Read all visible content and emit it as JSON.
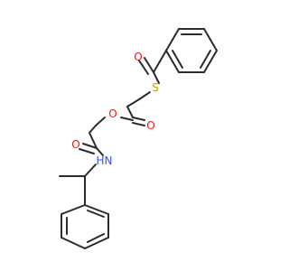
{
  "molecule": {
    "atoms": {
      "o_thioester": "O",
      "s_thio": "S",
      "o_ester_carbonyl": "O",
      "o_ester_link": "O",
      "o_amide": "O",
      "n_amide": "N",
      "h_amide": "H"
    },
    "colors": {
      "bond": "#2b2b2b",
      "oxygen": "#ff0d0d",
      "sulfur": "#c8a200",
      "nitrogen": "#3050f8",
      "background": "#ffffff"
    }
  }
}
